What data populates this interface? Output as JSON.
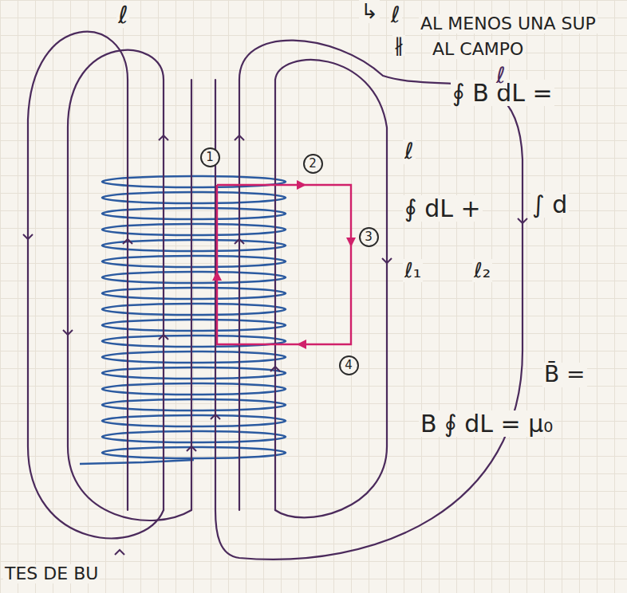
{
  "diagram": {
    "nodes": [
      {
        "text": [
          "1"
        ]
      },
      {
        "text": [
          "2"
        ]
      },
      {
        "text": [
          "3"
        ]
      },
      {
        "text": [
          "4"
        ]
      }
    ],
    "labels": [
      "ℓ",
      "↳",
      "ℓ",
      "AL MENOS UNA SUP",
      "∦",
      "AL CAMPO",
      "∮ B dL =",
      "ℓ",
      "ℓ",
      "∮ dL +",
      "∫ d",
      "ℓ₁",
      "ℓ₂",
      "B̄ =",
      "B ∮ dL = μ₀",
      "TES DE BU"
    ]
  }
}
